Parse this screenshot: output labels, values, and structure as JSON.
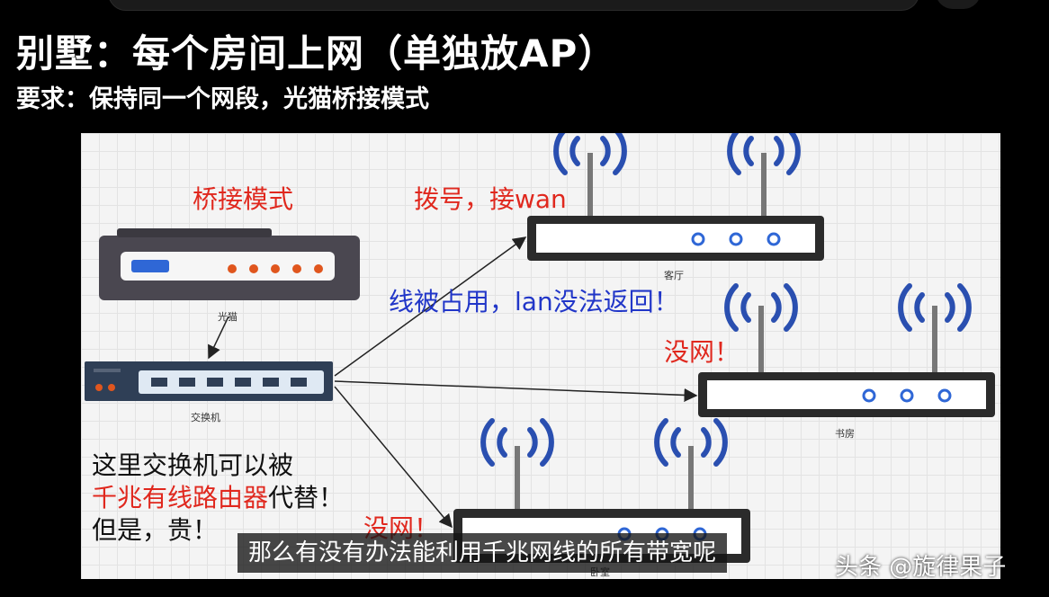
{
  "header": {
    "title": "别墅：每个房间上网（单独放AP）",
    "subtitle": "要求：保持同一个网段，光猫桥接模式"
  },
  "diagram": {
    "modem_label": "光猫",
    "switch_label": "交换机",
    "router_living_label": "客厅",
    "router_study_label": "书房",
    "router_bedroom_label": "卧室",
    "note_bridge": "桥接模式",
    "note_dial": "拨号，接wan",
    "note_line_busy": "线被占用，lan没法返回！",
    "note_no_net_1": "没网！",
    "note_no_net_2": "没网！",
    "note_replace_line1": "这里交换机可以被",
    "note_replace_highlight": "千兆有线路由器",
    "note_replace_suffix": "代替！",
    "note_replace_line3": "但是，贵！",
    "colors": {
      "red": "#e0281e",
      "blue": "#2136c8",
      "wifi": "#2a4fb0",
      "device": "#2b2b2b"
    }
  },
  "caption": {
    "text": "那么有没有办法能利用千兆网线的所有带宽呢"
  },
  "watermark": {
    "text": "头条 @旋律果子"
  }
}
